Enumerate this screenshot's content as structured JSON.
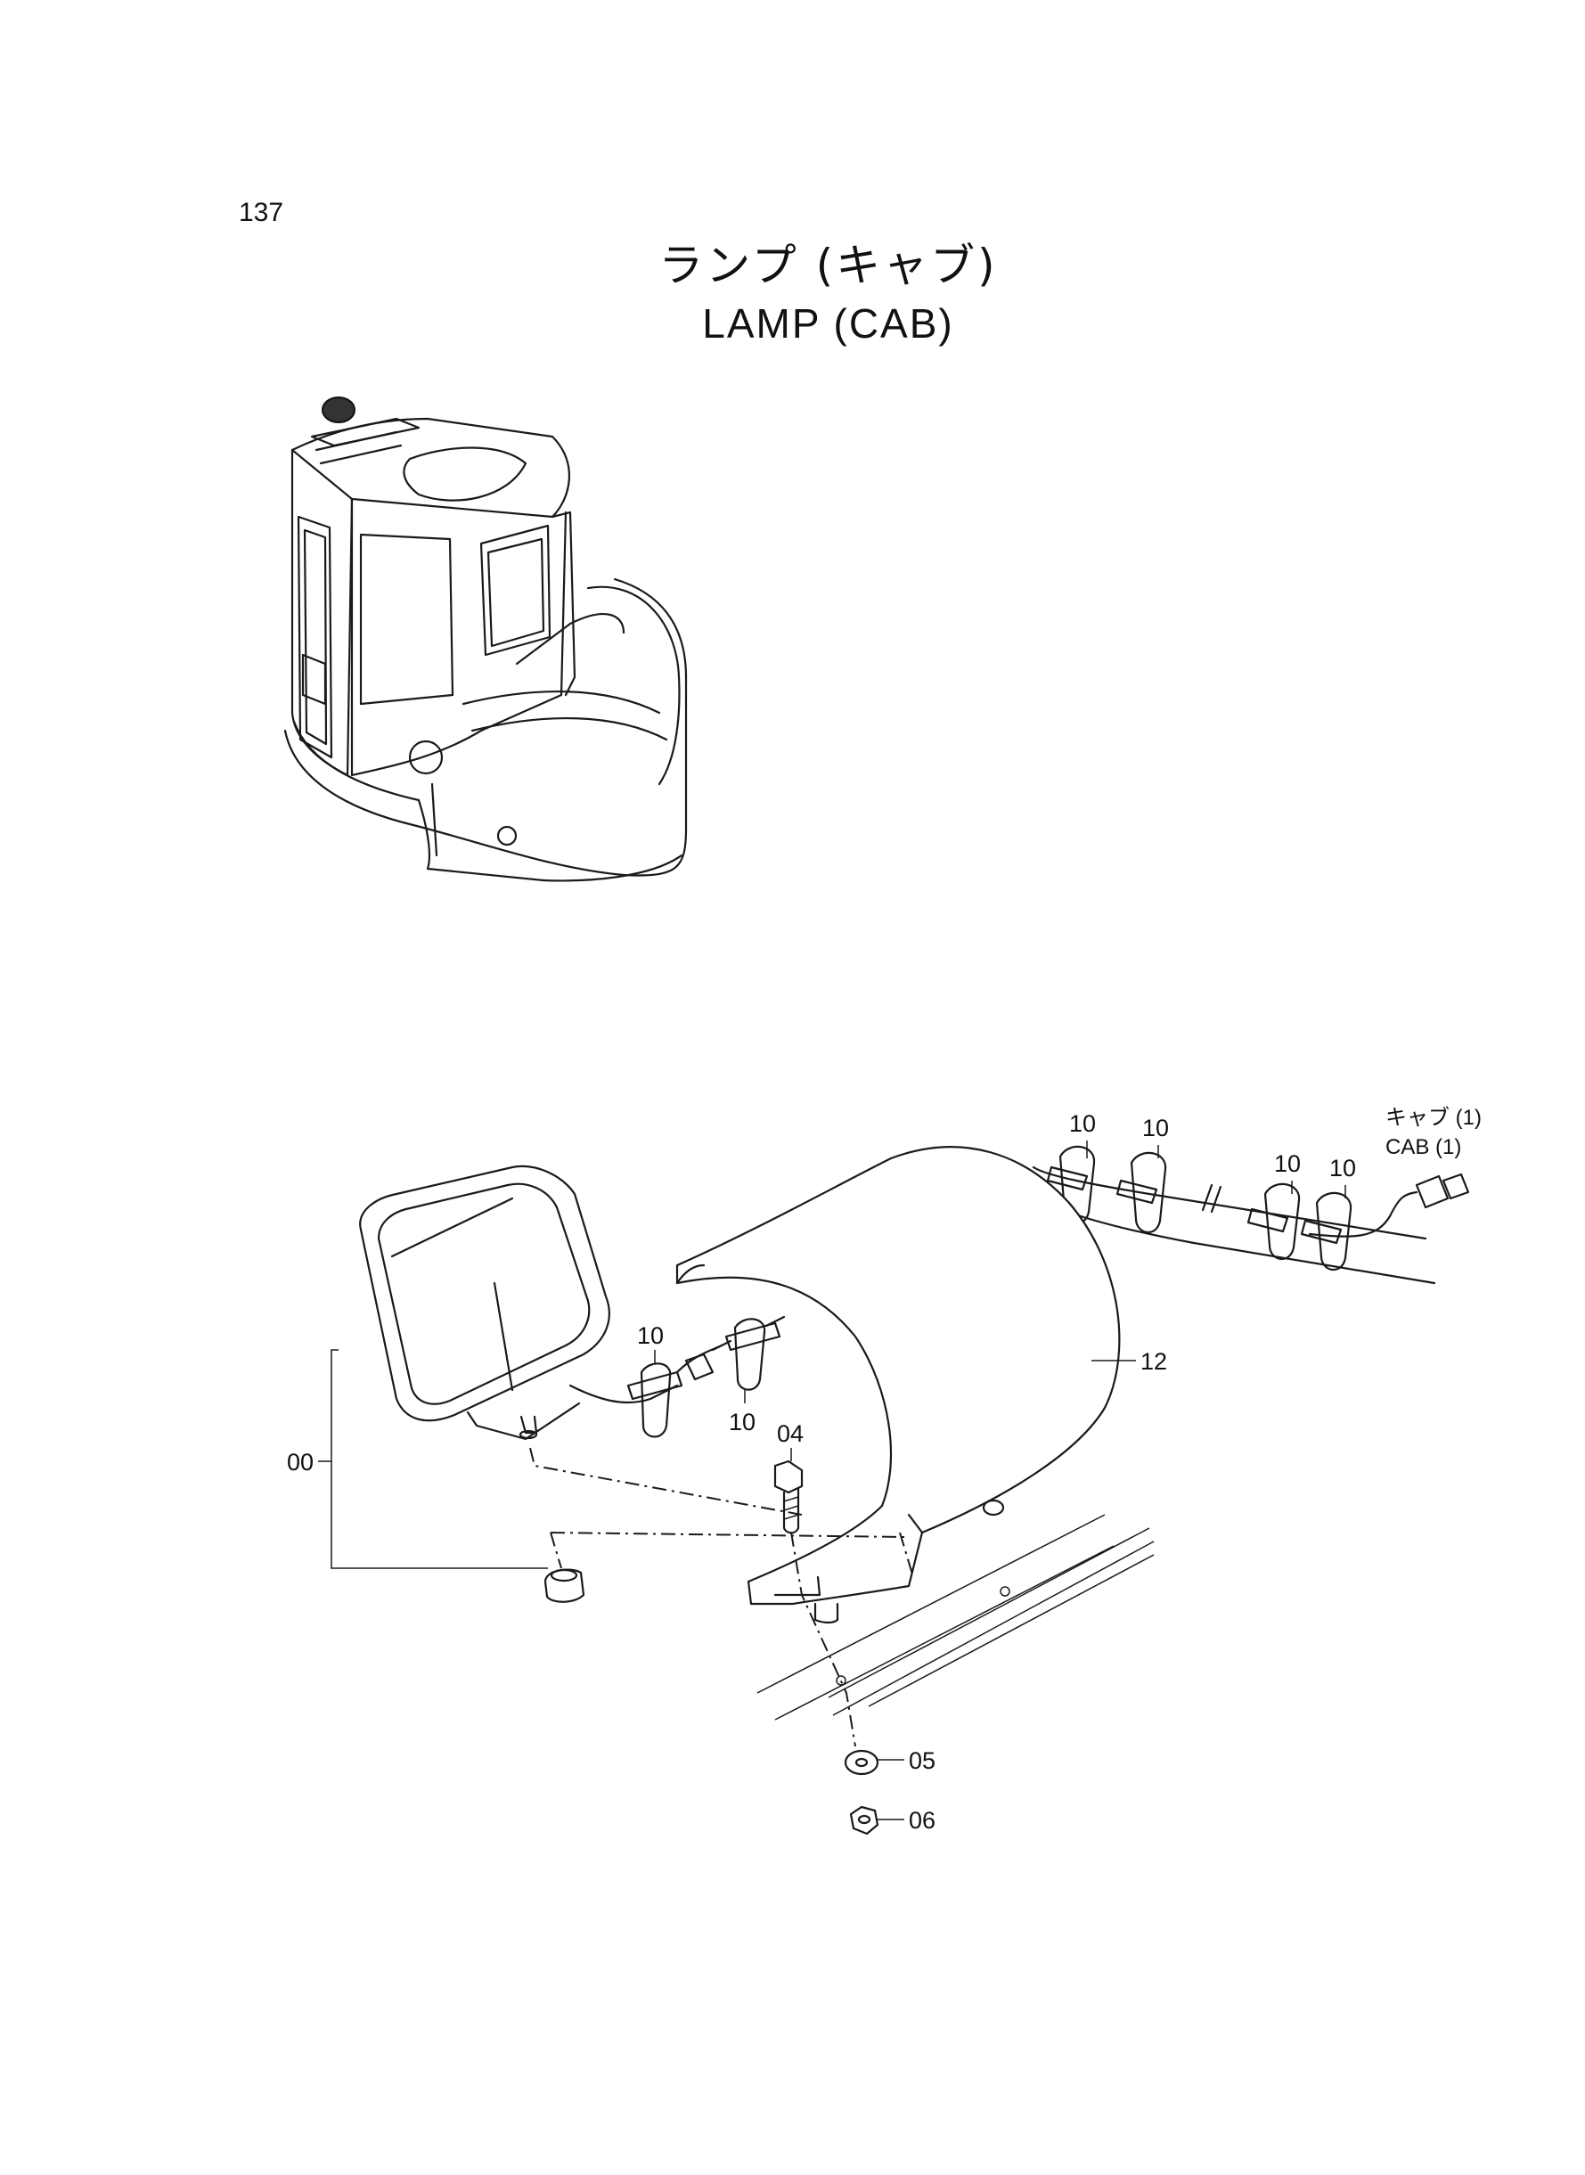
{
  "page_number": "137",
  "title": {
    "japanese": "ランプ (キャブ)",
    "english": "LAMP (CAB)"
  },
  "callouts": {
    "clamp_1": "10",
    "clamp_2": "10",
    "clamp_3": "10",
    "clamp_4": "10",
    "clamp_5": "10",
    "clamp_6": "10",
    "lamp_assembly": "00",
    "bolt": "04",
    "washer": "05",
    "nut": "06",
    "guard": "12"
  },
  "connection_note": {
    "japanese": "キャブ (1)",
    "english": "CAB (1)"
  }
}
